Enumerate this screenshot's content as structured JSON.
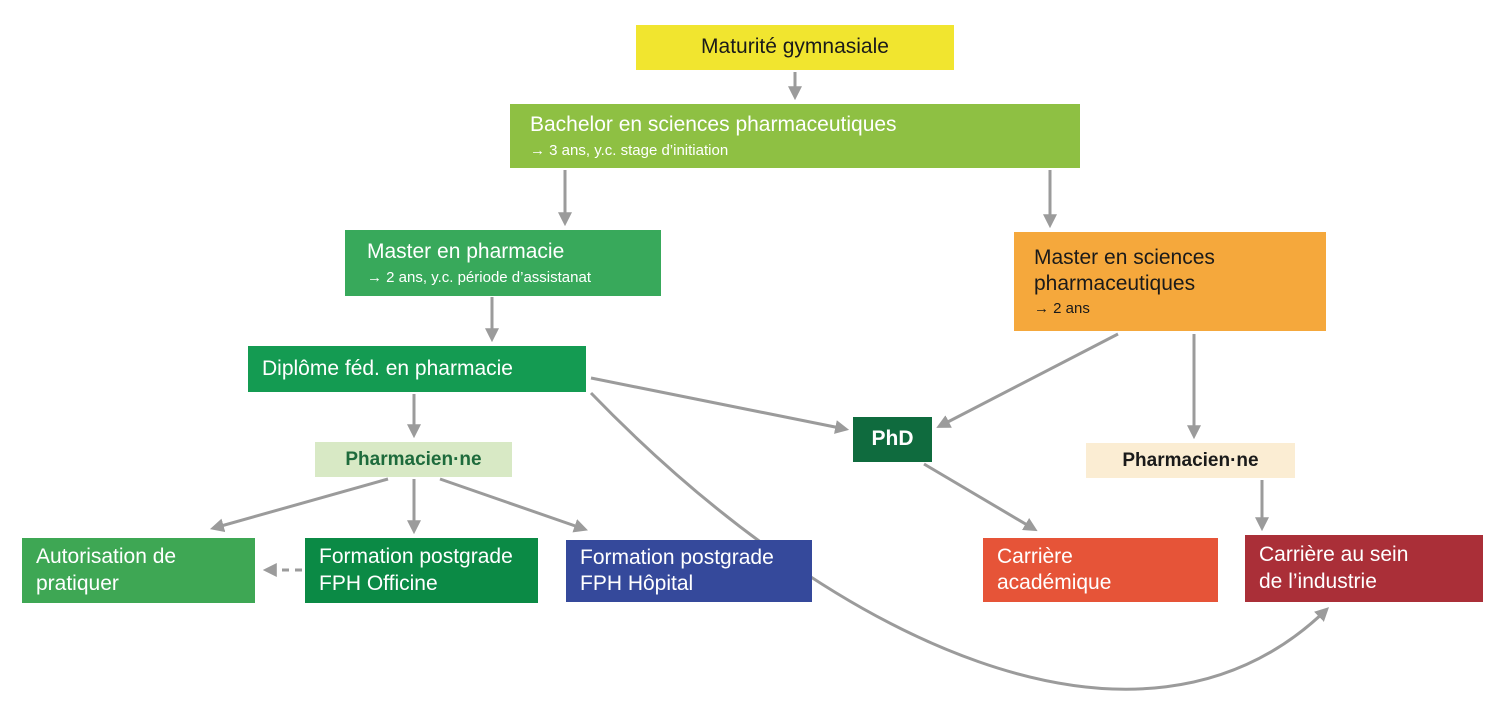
{
  "diagram": {
    "background": "#FFFFFF",
    "arrow_color": "#9B9B9B",
    "nodes": {
      "maturite": {
        "lines": [
          "Maturité gymnasiale"
        ],
        "color": "#F1E52F",
        "text_color": "#1A1A1A"
      },
      "bachelor": {
        "lines": [
          "Bachelor en sciences pharmaceutiques"
        ],
        "sub": "→ 3 ans, y.c. stage d’initiation",
        "color": "#8EC043",
        "text_color": "#FFFFFF"
      },
      "master_pharmacie": {
        "lines": [
          "Master en pharmacie"
        ],
        "sub": "→ 2 ans, y.c. période d’assistanat",
        "color": "#38A95B",
        "text_color": "#FFFFFF"
      },
      "master_sciences": {
        "lines": [
          "Master en sciences",
          "pharmaceutiques"
        ],
        "sub": "→ 2 ans",
        "color": "#F5A83C",
        "text_color": "#1A1A1A"
      },
      "diplome": {
        "lines": [
          "Diplôme féd. en pharmacie"
        ],
        "color": "#149B52",
        "text_color": "#FFFFFF"
      },
      "pharmacien_gauche": {
        "lines": [
          "Pharmacien·ne"
        ],
        "color": "#D8E9C5",
        "text_color": "#1E6B3C"
      },
      "phd": {
        "lines": [
          "PhD"
        ],
        "color": "#0F6B3E",
        "text_color": "#FFFFFF"
      },
      "pharmacien_droite": {
        "lines": [
          "Pharmacien·ne"
        ],
        "color": "#FBEDD3",
        "text_color": "#1A1A1A"
      },
      "autorisation": {
        "lines": [
          "Autorisation de",
          "pratiquer"
        ],
        "color": "#3EA754",
        "text_color": "#FFFFFF"
      },
      "fph_officine": {
        "lines": [
          "Formation postgrade",
          "FPH Officine"
        ],
        "color": "#0B8A45",
        "text_color": "#FFFFFF"
      },
      "fph_hopital": {
        "lines": [
          "Formation postgrade",
          "FPH Hôpital"
        ],
        "color": "#35499B",
        "text_color": "#FFFFFF"
      },
      "carriere_academique": {
        "lines": [
          "Carrière",
          "académique"
        ],
        "color": "#E65438",
        "text_color": "#FFFFFF"
      },
      "carriere_industrie": {
        "lines": [
          "Carrière au sein",
          "de l’industrie"
        ],
        "color": "#AA2F38",
        "text_color": "#FFFFFF"
      }
    },
    "edges": [
      {
        "from": "maturite",
        "to": "bachelor",
        "style": "solid"
      },
      {
        "from": "bachelor",
        "to": "master_pharmacie",
        "style": "solid"
      },
      {
        "from": "bachelor",
        "to": "master_sciences",
        "style": "solid"
      },
      {
        "from": "master_pharmacie",
        "to": "diplome",
        "style": "solid"
      },
      {
        "from": "diplome",
        "to": "pharmacien_gauche",
        "style": "solid"
      },
      {
        "from": "pharmacien_gauche",
        "to": "autorisation",
        "style": "solid"
      },
      {
        "from": "pharmacien_gauche",
        "to": "fph_officine",
        "style": "solid"
      },
      {
        "from": "pharmacien_gauche",
        "to": "fph_hopital",
        "style": "solid"
      },
      {
        "from": "fph_officine",
        "to": "autorisation",
        "style": "dashed"
      },
      {
        "from": "diplome",
        "to": "phd",
        "style": "solid"
      },
      {
        "from": "master_sciences",
        "to": "phd",
        "style": "solid"
      },
      {
        "from": "master_sciences",
        "to": "pharmacien_droite",
        "style": "solid"
      },
      {
        "from": "phd",
        "to": "carriere_academique",
        "style": "solid"
      },
      {
        "from": "pharmacien_droite",
        "to": "carriere_industrie",
        "style": "solid"
      },
      {
        "from": "diplome",
        "to": "carriere_industrie",
        "style": "curved"
      }
    ]
  }
}
